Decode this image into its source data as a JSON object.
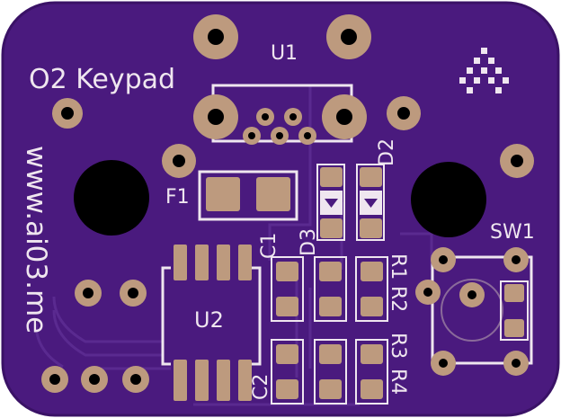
{
  "board": {
    "colors": {
      "board": "#4a1a7e",
      "board_edge": "#3a1266",
      "copper": "#bd9a7e",
      "silkscreen": "#efe6ef",
      "drill": "#000000",
      "trace": "#5a2a90",
      "background": "#ffffff"
    },
    "title": "O2 Keypad",
    "url": "www.ai03.me",
    "labels": {
      "u1": "U1",
      "u2": "U2",
      "f1": "F1",
      "c1": "C1",
      "c2": "C2",
      "d2": "D2",
      "d3": "D3",
      "r1": "R1",
      "r2": "R2",
      "r3": "R3",
      "r4": "R4",
      "sw1": "SW1"
    },
    "logo_icon": "ai03-triangle-logo-icon"
  }
}
